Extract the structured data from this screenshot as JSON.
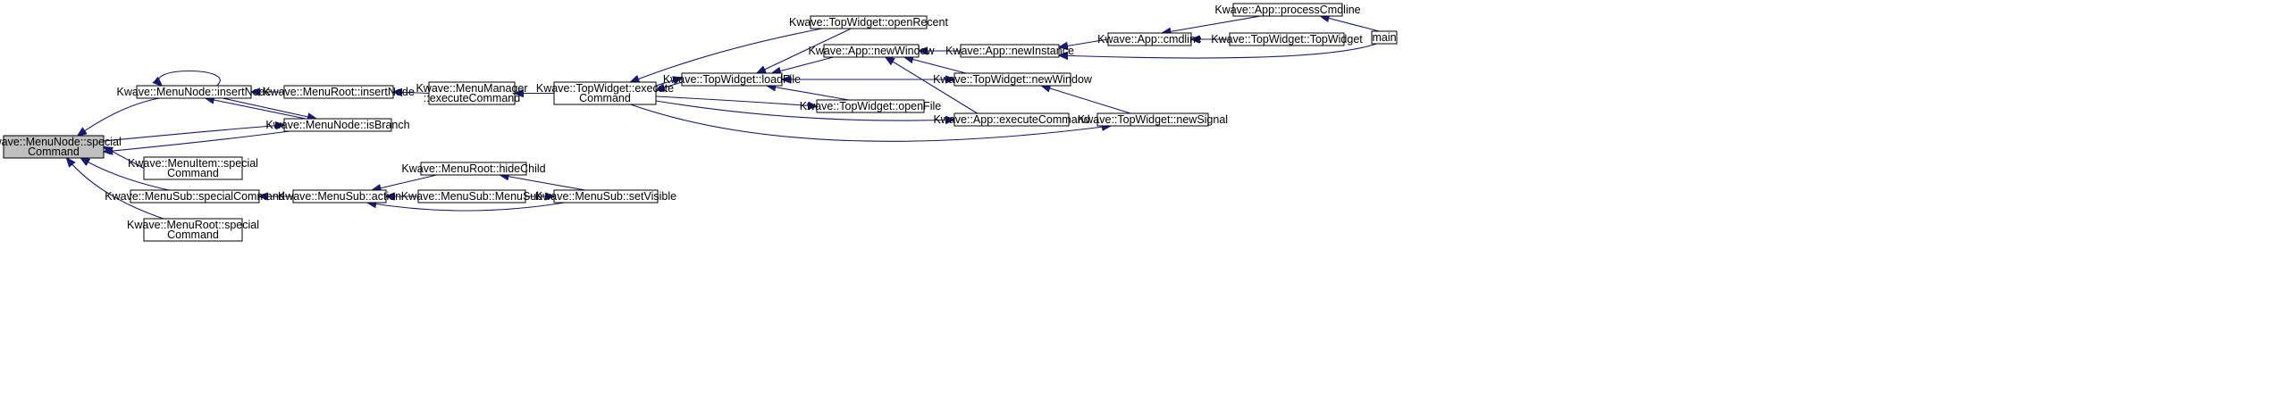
{
  "colors": {
    "edge": "#191970",
    "node_fill": "#ffffff",
    "node_fill_highlight": "#bfbfbf",
    "node_border": "#000000"
  },
  "nodes": {
    "special_command": {
      "lines": [
        "Kwave::MenuNode::special",
        "Command"
      ],
      "highlight": true
    },
    "insert_node": {
      "lines": [
        "Kwave::MenuNode::insertNode"
      ]
    },
    "root_insert_node": {
      "lines": [
        "Kwave::MenuRoot::insertNode"
      ]
    },
    "execute_command_mgr": {
      "lines": [
        "Kwave::MenuManager",
        "::executeCommand"
      ]
    },
    "topwidget_execute": {
      "lines": [
        "Kwave::TopWidget::execute",
        "Command"
      ]
    },
    "open_recent": {
      "lines": [
        "Kwave::TopWidget::openRecent"
      ]
    },
    "load_file": {
      "lines": [
        "Kwave::TopWidget::loadFile"
      ]
    },
    "app_new_window": {
      "lines": [
        "Kwave::App::newWindow"
      ]
    },
    "app_new_instance": {
      "lines": [
        "Kwave::App::newInstance"
      ]
    },
    "app_cmdline": {
      "lines": [
        "Kwave::App::cmdline"
      ]
    },
    "process_cmdline": {
      "lines": [
        "Kwave::App::processCmdline"
      ]
    },
    "main": {
      "lines": [
        "main"
      ]
    },
    "topwidget_ctor": {
      "lines": [
        "Kwave::TopWidget::TopWidget"
      ]
    },
    "tw_new_window": {
      "lines": [
        "Kwave::TopWidget::newWindow"
      ]
    },
    "open_file": {
      "lines": [
        "Kwave::TopWidget::openFile"
      ]
    },
    "app_execute_command": {
      "lines": [
        "Kwave::App::executeCommand"
      ]
    },
    "new_signal": {
      "lines": [
        "Kwave::TopWidget::newSignal"
      ]
    },
    "is_branch": {
      "lines": [
        "Kwave::MenuNode::isBranch"
      ]
    },
    "menuitem_special": {
      "lines": [
        "Kwave::MenuItem::special",
        "Command"
      ]
    },
    "menusub_special": {
      "lines": [
        "Kwave::MenuSub::specialCommand"
      ]
    },
    "menusub_action": {
      "lines": [
        "Kwave::MenuSub::action"
      ]
    },
    "hide_child": {
      "lines": [
        "Kwave::MenuRoot::hideChild"
      ]
    },
    "menusub_ctor": {
      "lines": [
        "Kwave::MenuSub::MenuSub"
      ]
    },
    "set_visible": {
      "lines": [
        "Kwave::MenuSub::setVisible"
      ]
    },
    "menuroot_special": {
      "lines": [
        "Kwave::MenuRoot::special",
        "Command"
      ]
    }
  },
  "edges": [
    {
      "from": "insert_node",
      "to": "special_command"
    },
    {
      "from": "insert_node",
      "to": "insert_node"
    },
    {
      "from": "root_insert_node",
      "to": "insert_node"
    },
    {
      "from": "execute_command_mgr",
      "to": "root_insert_node"
    },
    {
      "from": "topwidget_execute",
      "to": "execute_command_mgr"
    },
    {
      "from": "open_recent",
      "to": "topwidget_execute"
    },
    {
      "from": "load_file",
      "to": "topwidget_execute"
    },
    {
      "from": "topwidget_execute",
      "to": "load_file"
    },
    {
      "from": "open_recent",
      "to": "load_file"
    },
    {
      "from": "app_new_window",
      "to": "load_file"
    },
    {
      "from": "tw_new_window",
      "to": "load_file"
    },
    {
      "from": "open_file",
      "to": "load_file"
    },
    {
      "from": "app_new_instance",
      "to": "app_new_window"
    },
    {
      "from": "tw_new_window",
      "to": "app_new_window"
    },
    {
      "from": "app_execute_command",
      "to": "app_new_window"
    },
    {
      "from": "app_cmdline",
      "to": "app_new_instance"
    },
    {
      "from": "main",
      "to": "app_new_instance"
    },
    {
      "from": "process_cmdline",
      "to": "app_cmdline"
    },
    {
      "from": "topwidget_ctor",
      "to": "app_cmdline"
    },
    {
      "from": "main",
      "to": "process_cmdline"
    },
    {
      "from": "load_file",
      "to": "tw_new_window"
    },
    {
      "from": "new_signal",
      "to": "tw_new_window"
    },
    {
      "from": "topwidget_execute",
      "to": "open_file"
    },
    {
      "from": "topwidget_execute",
      "to": "app_execute_command"
    },
    {
      "from": "topwidget_execute",
      "to": "new_signal"
    },
    {
      "from": "is_branch",
      "to": "special_command"
    },
    {
      "from": "special_command",
      "to": "is_branch"
    },
    {
      "from": "is_branch",
      "to": "insert_node"
    },
    {
      "from": "insert_node",
      "to": "is_branch"
    },
    {
      "from": "menuitem_special",
      "to": "special_command"
    },
    {
      "from": "menusub_special",
      "to": "special_command"
    },
    {
      "from": "menuroot_special",
      "to": "special_command"
    },
    {
      "from": "menusub_action",
      "to": "menusub_special"
    },
    {
      "from": "hide_child",
      "to": "menusub_action"
    },
    {
      "from": "menusub_ctor",
      "to": "menusub_action"
    },
    {
      "from": "set_visible",
      "to": "menusub_action"
    },
    {
      "from": "menusub_action",
      "to": "set_visible"
    },
    {
      "from": "set_visible",
      "to": "hide_child"
    }
  ]
}
